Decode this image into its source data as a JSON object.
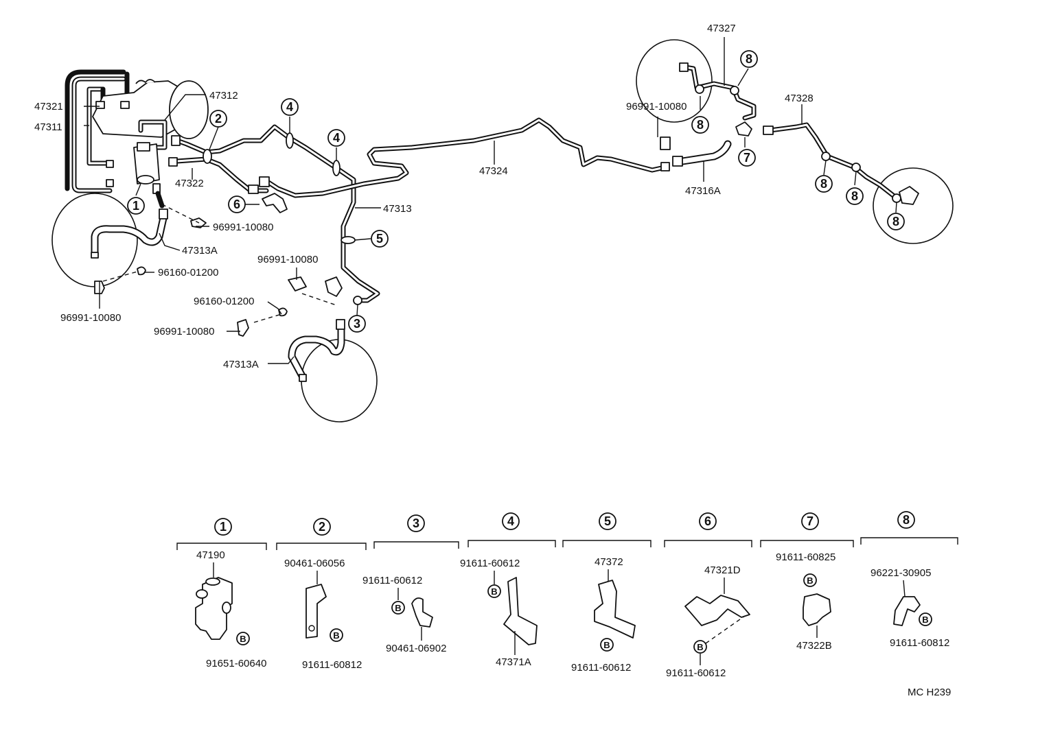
{
  "diagram_code": "MC H239",
  "labels": {
    "p47321": "47321",
    "p47311": "47311",
    "p47312": "47312",
    "p47322": "47322",
    "p47313": "47313",
    "p47313A_top": "47313A",
    "p47313A_bottom": "47313A",
    "p47324": "47324",
    "p47327": "47327",
    "p47328": "47328",
    "p47316A": "47316A",
    "p96991_a": "96991-10080",
    "p96991_b": "96991-10080",
    "p96991_c": "96991-10080",
    "p96991_d": "96991-10080",
    "p96991_e": "96991-10080",
    "p96160_a": "96160-01200",
    "p96160_b": "96160-01200"
  },
  "callouts": [
    "1",
    "2",
    "3",
    "4",
    "5",
    "6",
    "7",
    "8"
  ],
  "bolt_mark": "B",
  "legend": [
    {
      "num": "1",
      "parts": [
        "47190",
        "91651-60640"
      ]
    },
    {
      "num": "2",
      "parts": [
        "90461-06056",
        "91611-60812"
      ]
    },
    {
      "num": "3",
      "parts": [
        "91611-60612",
        "90461-06902"
      ]
    },
    {
      "num": "4",
      "parts": [
        "91611-60612",
        "47371A"
      ]
    },
    {
      "num": "5",
      "parts": [
        "47372",
        "91611-60612"
      ]
    },
    {
      "num": "6",
      "parts": [
        "47321D",
        "91611-60612"
      ]
    },
    {
      "num": "7",
      "parts": [
        "91611-60825",
        "47322B"
      ]
    },
    {
      "num": "8",
      "parts": [
        "96221-30905",
        "91611-60812"
      ]
    }
  ]
}
